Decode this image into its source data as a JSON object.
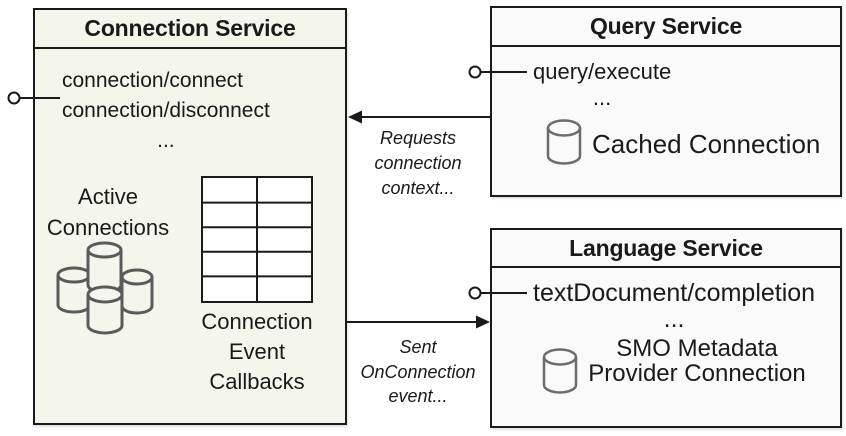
{
  "colors": {
    "border": "#1a1a1a",
    "text": "#1a1a1a",
    "connection_fill": "#f4f6ec",
    "service_fill": "#fafafb",
    "cluster_stroke": "#5a5a5a",
    "db_stroke": "#6b6b6b"
  },
  "connection_service": {
    "title": "Connection Service",
    "method_1": "connection/connect",
    "method_2": "connection/disconnect",
    "ellipsis": "...",
    "active_label": "Active\nConnections",
    "callbacks_label": "Connection\nEvent\nCallbacks"
  },
  "query_service": {
    "title": "Query Service",
    "method": "query/execute",
    "ellipsis": "...",
    "db_label": "Cached Connection"
  },
  "language_service": {
    "title": "Language Service",
    "method": "textDocument/completion",
    "ellipsis": "...",
    "db_label": "SMO Metadata\nProvider Connection"
  },
  "annotations": {
    "requests": "Requests\nconnection\ncontext...",
    "sent": "Sent\nOnConnection\nevent..."
  }
}
